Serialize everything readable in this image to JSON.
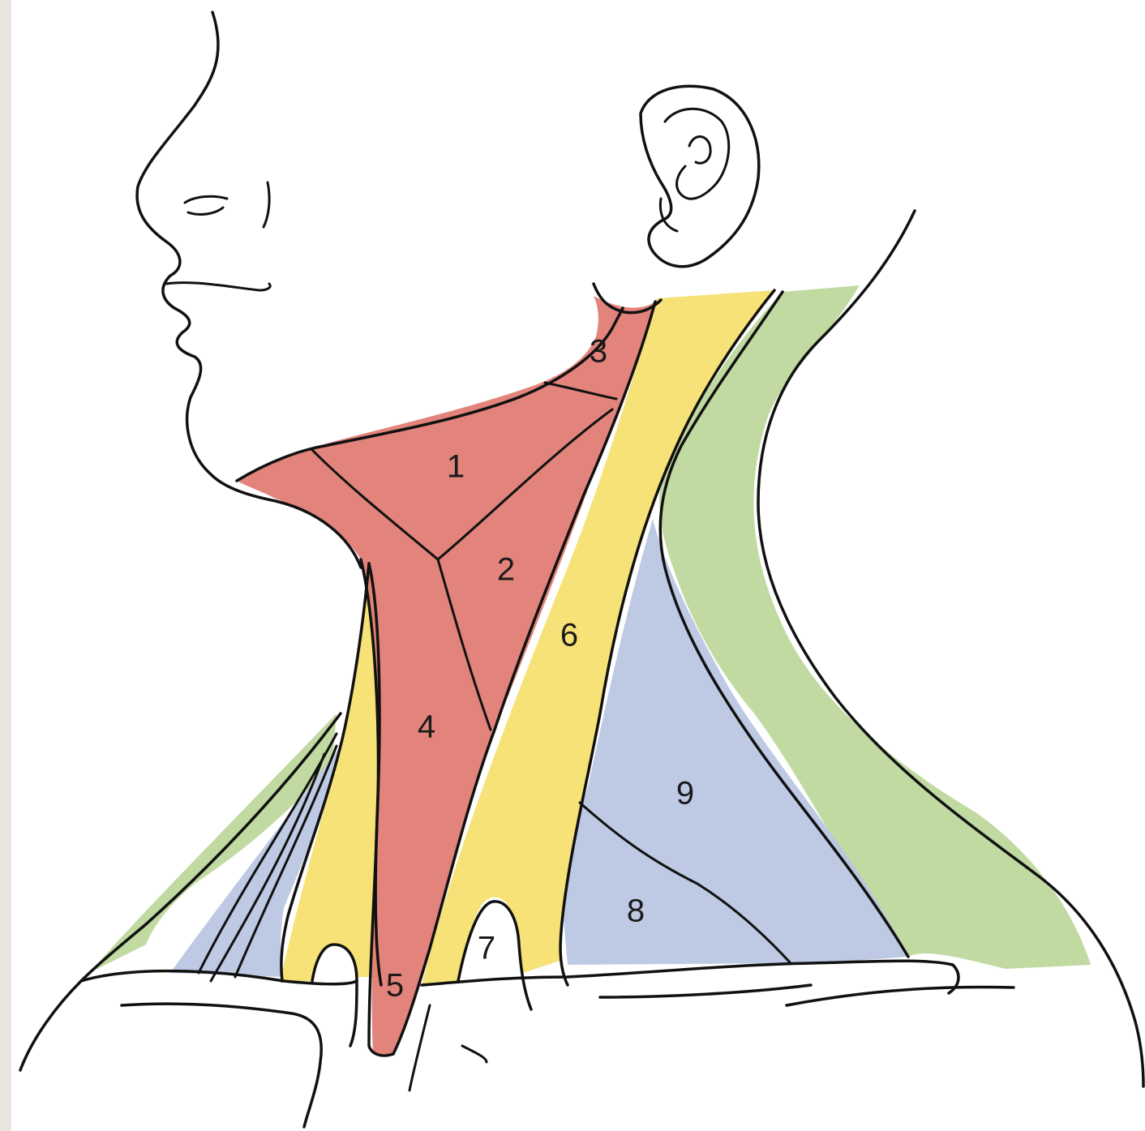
{
  "colors": {
    "paper": "#ffffff",
    "paper_edge": "#e9e6e0",
    "triangle_red": "#e07a70",
    "muscle_yellow": "#f5e06a",
    "posterior_blue": "#b9c4e2",
    "trapezius_green": "#bcd79a",
    "outline": "#111111"
  },
  "labels": [
    {
      "id": "1",
      "text": "1"
    },
    {
      "id": "2",
      "text": "2"
    },
    {
      "id": "3",
      "text": "3"
    },
    {
      "id": "4",
      "text": "4"
    },
    {
      "id": "5",
      "text": "5"
    },
    {
      "id": "6",
      "text": "6"
    },
    {
      "id": "7",
      "text": "7"
    },
    {
      "id": "8",
      "text": "8"
    },
    {
      "id": "9",
      "text": "9"
    }
  ]
}
